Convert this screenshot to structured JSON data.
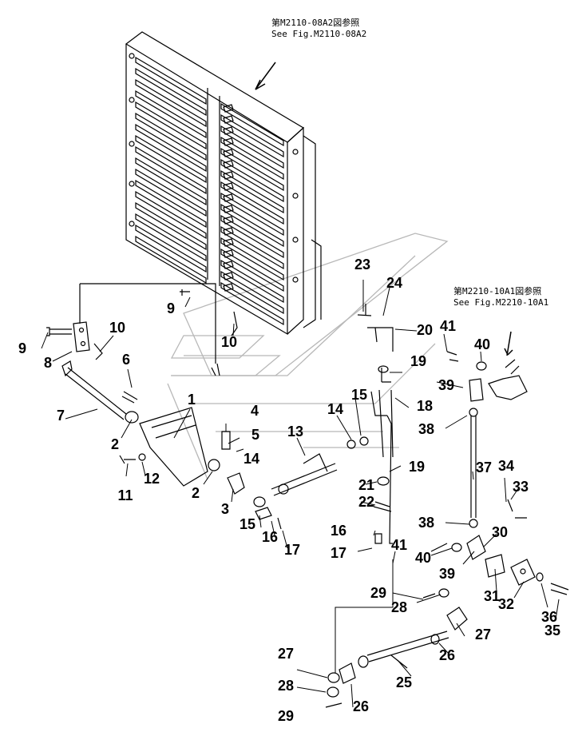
{
  "references": [
    {
      "jp": "第M2110-08A2図参照",
      "en": "See Fig.M2110-08A2"
    },
    {
      "jp": "第M2210-10A1図参照",
      "en": "See Fig.M2210-10A1"
    }
  ],
  "callouts": [
    "1",
    "2",
    "2",
    "3",
    "4",
    "5",
    "6",
    "7",
    "8",
    "9",
    "9",
    "10",
    "10",
    "11",
    "12",
    "13",
    "14",
    "14",
    "15",
    "15",
    "16",
    "16",
    "17",
    "17",
    "18",
    "19",
    "19",
    "20",
    "21",
    "22",
    "23",
    "24",
    "25",
    "26",
    "26",
    "27",
    "27",
    "28",
    "28",
    "29",
    "29",
    "30",
    "31",
    "32",
    "33",
    "34",
    "35",
    "36",
    "37",
    "38",
    "38",
    "39",
    "39",
    "40",
    "40",
    "41",
    "41"
  ]
}
